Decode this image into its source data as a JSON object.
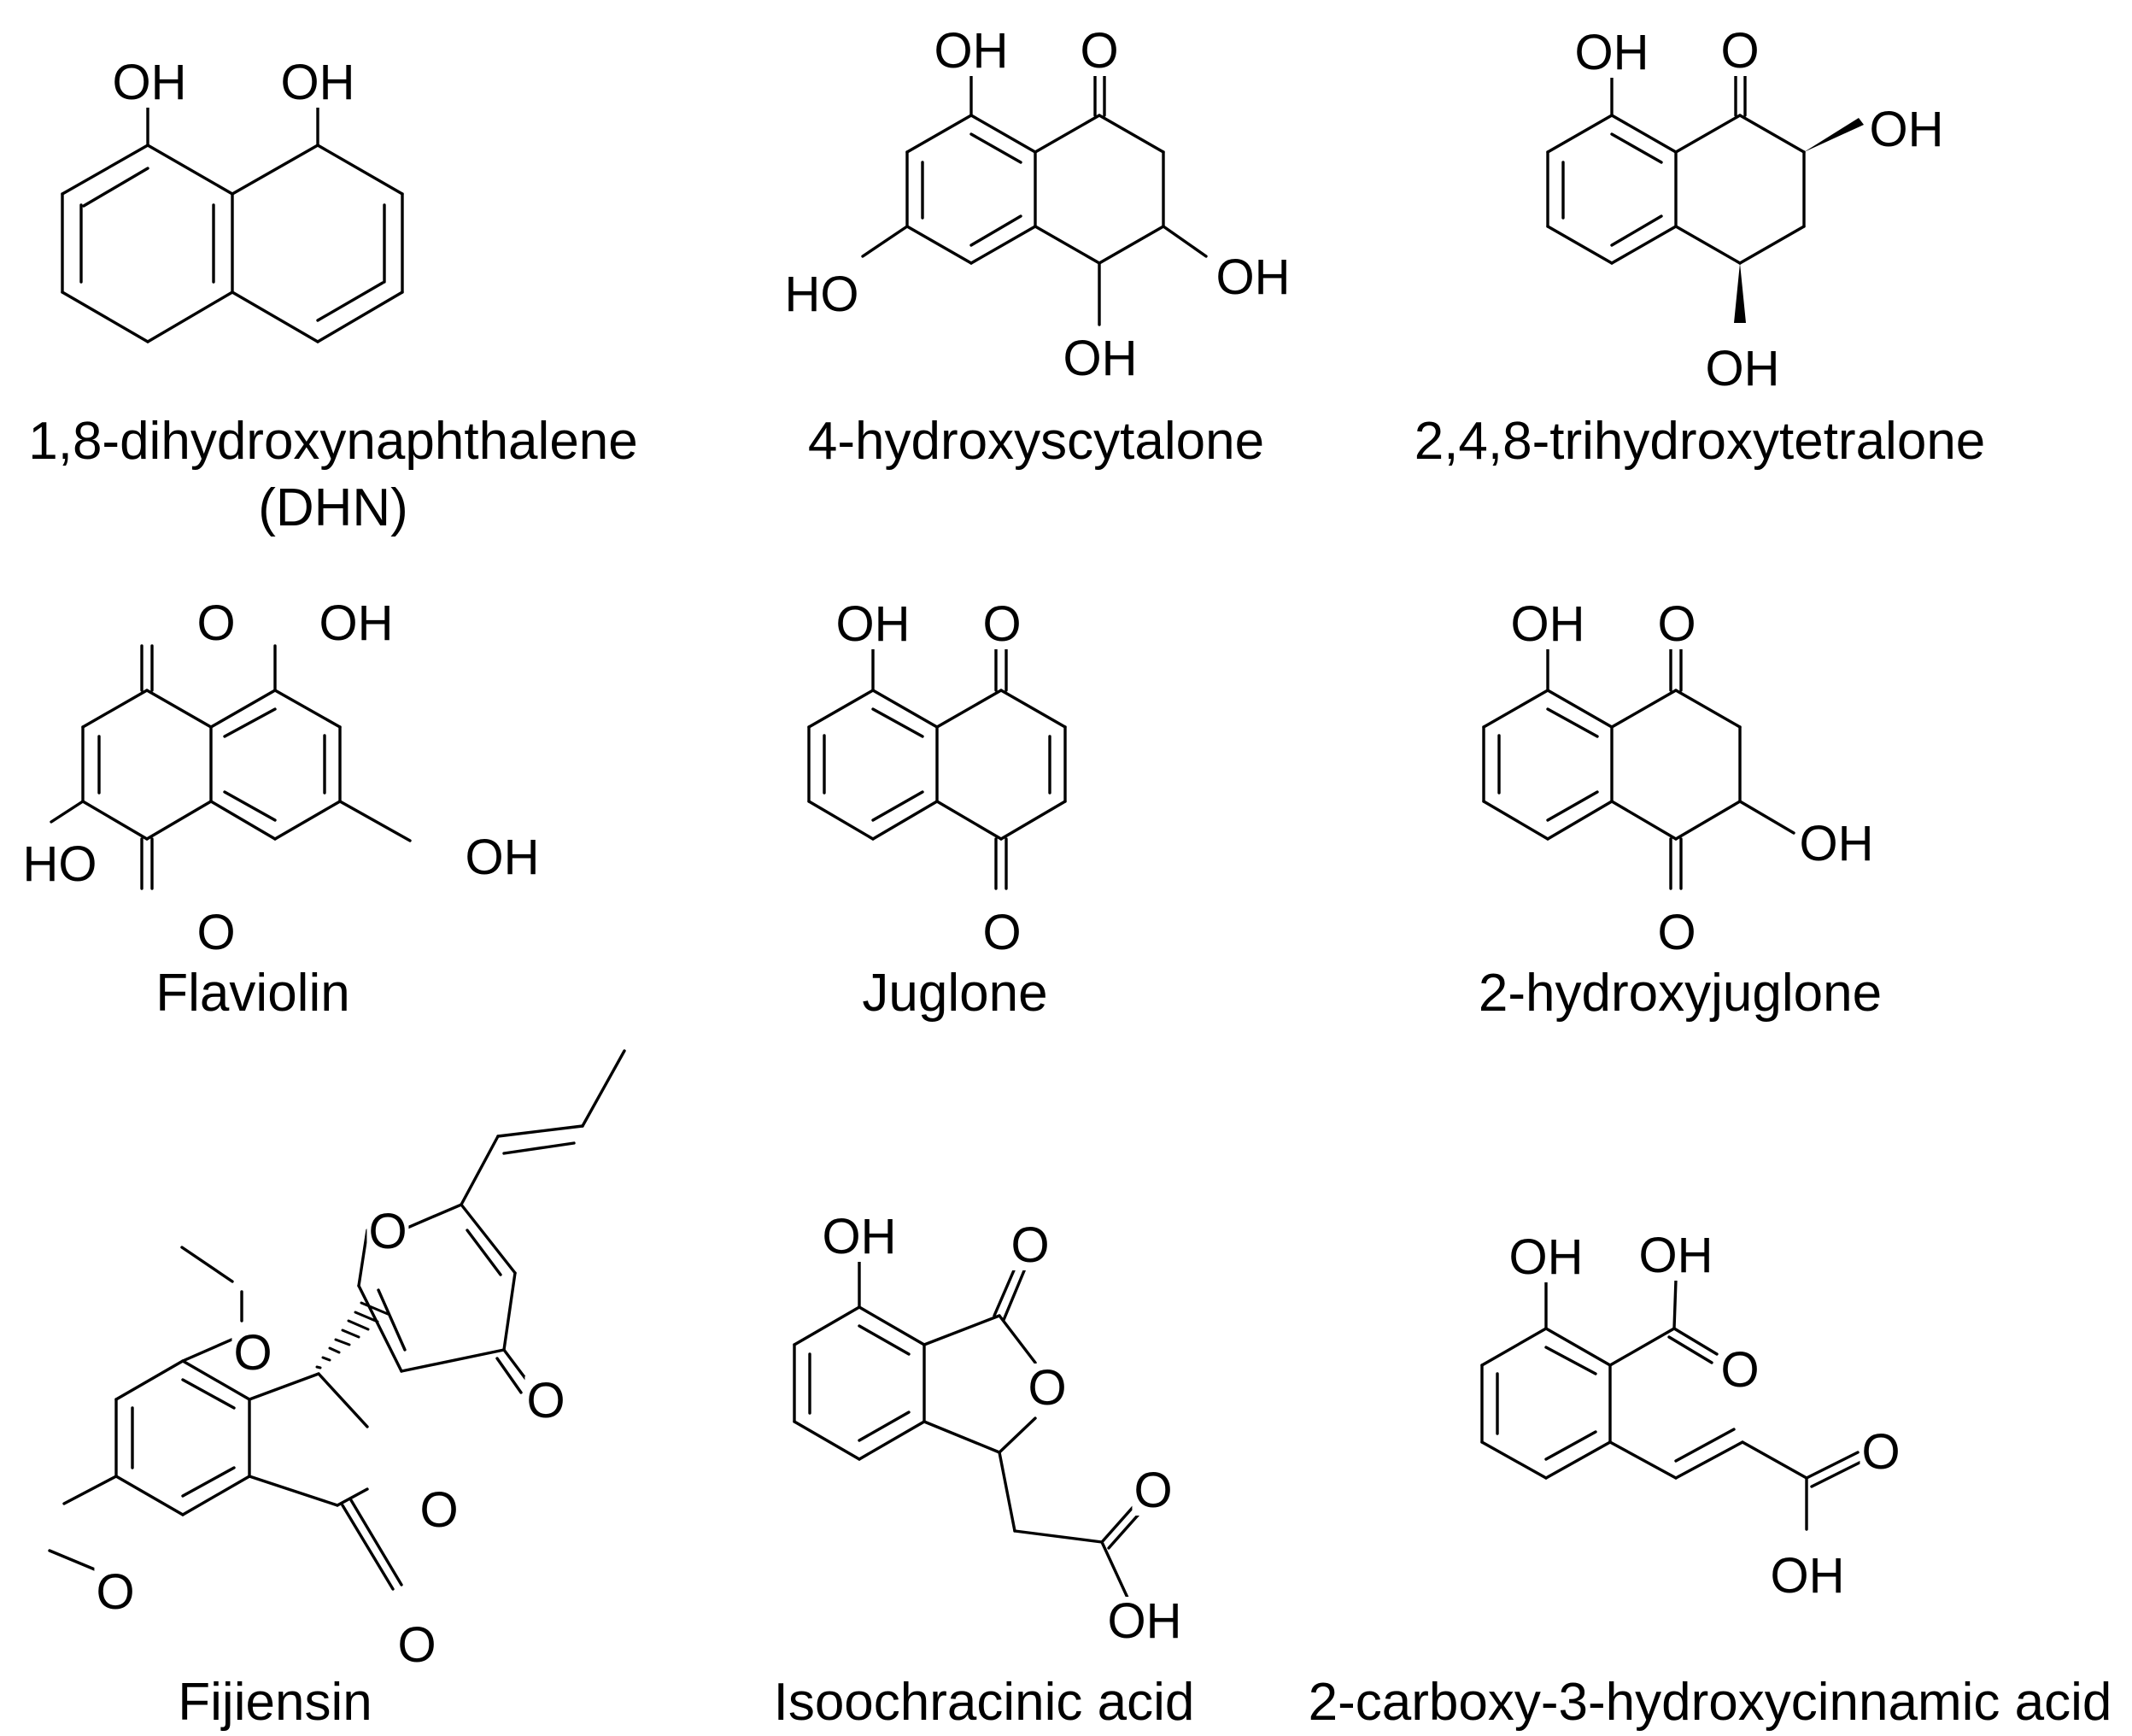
{
  "compounds": [
    {
      "id": "dhn",
      "name": "1,8-dihydroxynaphthalene",
      "subname": "(DHN)",
      "atoms": [
        {
          "text": "OH"
        },
        {
          "text": "OH"
        }
      ]
    },
    {
      "id": "hydroxyscytalone",
      "name": "4-hydroxyscytalone",
      "atoms": [
        {
          "text": "OH"
        },
        {
          "text": "O"
        },
        {
          "text": "HO"
        },
        {
          "text": "OH"
        },
        {
          "text": "OH"
        }
      ]
    },
    {
      "id": "trihydroxytetralone",
      "name": "2,4,8-trihydroxytetralone",
      "atoms": [
        {
          "text": "OH"
        },
        {
          "text": "O"
        },
        {
          "text": "OH"
        },
        {
          "text": "OH"
        }
      ]
    },
    {
      "id": "flaviolin",
      "name": "Flaviolin",
      "atoms": [
        {
          "text": "O"
        },
        {
          "text": "OH"
        },
        {
          "text": "HO"
        },
        {
          "text": "OH"
        },
        {
          "text": "O"
        }
      ]
    },
    {
      "id": "juglone",
      "name": "Juglone",
      "atoms": [
        {
          "text": "OH"
        },
        {
          "text": "O"
        },
        {
          "text": "O"
        }
      ]
    },
    {
      "id": "hydroxyjuglone",
      "name": "2-hydroxyjuglone",
      "atoms": [
        {
          "text": "OH"
        },
        {
          "text": "O"
        },
        {
          "text": "OH"
        },
        {
          "text": "O"
        }
      ]
    },
    {
      "id": "fijiensin",
      "name": "Fijiensin",
      "atoms": [
        {
          "text": "O"
        },
        {
          "text": "O"
        },
        {
          "text": "O"
        },
        {
          "text": "O"
        },
        {
          "text": "O"
        },
        {
          "text": "O"
        }
      ]
    },
    {
      "id": "isoochracinic",
      "name": "Isoochracinic acid",
      "atoms": [
        {
          "text": "OH"
        },
        {
          "text": "O"
        },
        {
          "text": "O"
        },
        {
          "text": "O"
        },
        {
          "text": "OH"
        }
      ]
    },
    {
      "id": "carboxyhydroxycinnamic",
      "name": "2-carboxy-3-hydroxycinnamic acid",
      "atoms": [
        {
          "text": "OH"
        },
        {
          "text": "OH"
        },
        {
          "text": "O"
        },
        {
          "text": "O"
        },
        {
          "text": "OH"
        }
      ]
    }
  ]
}
